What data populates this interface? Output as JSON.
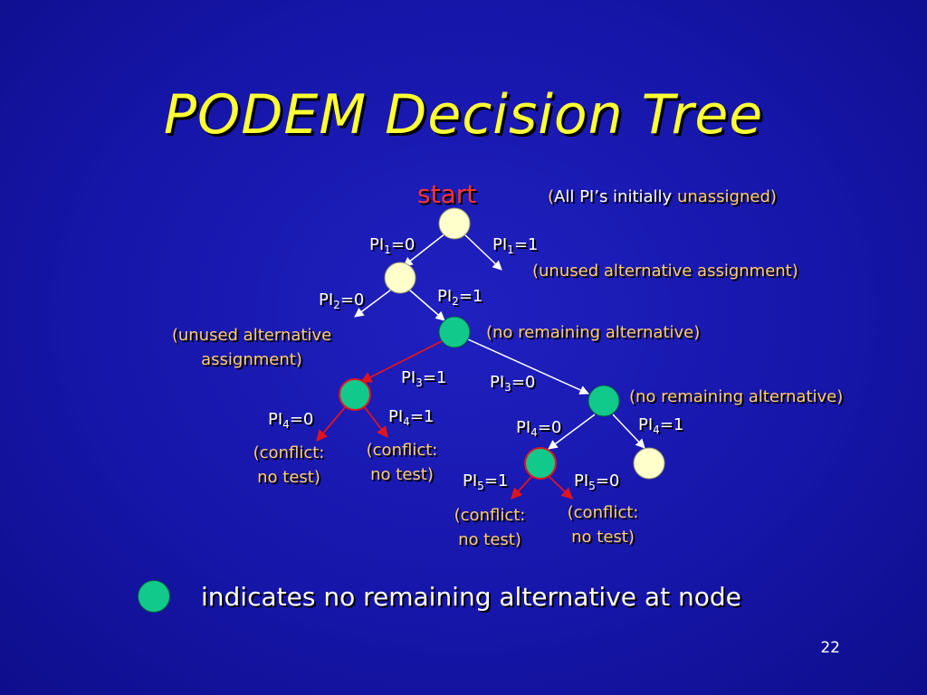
{
  "slide": {
    "title": "PODEM Decision Tree",
    "page_number": "22",
    "legend_text": "indicates no remaining alternative at node"
  },
  "tree": {
    "start_label": "start",
    "initial_note": {
      "open": "(",
      "prefix": "All PI’s initially ",
      "highlight": "unassigned",
      "close": ")"
    },
    "edges": {
      "pi1_0": {
        "name": "PI",
        "sub": "1",
        "val": "=0"
      },
      "pi1_1": {
        "name": "PI",
        "sub": "1",
        "val": "=1"
      },
      "pi2_0": {
        "name": "PI",
        "sub": "2",
        "val": "=0"
      },
      "pi2_1": {
        "name": "PI",
        "sub": "2",
        "val": "=1"
      },
      "pi3_1": {
        "name": "PI",
        "sub": "3",
        "val": "=1"
      },
      "pi3_0": {
        "name": "PI",
        "sub": "3",
        "val": "=0"
      },
      "pi4_0_left": {
        "name": "PI",
        "sub": "4",
        "val": "=0"
      },
      "pi4_1_left": {
        "name": "PI",
        "sub": "4",
        "val": "=1"
      },
      "pi4_0_right": {
        "name": "PI",
        "sub": "4",
        "val": "=0"
      },
      "pi4_1_right": {
        "name": "PI",
        "sub": "4",
        "val": "=1"
      },
      "pi5_1": {
        "name": "PI",
        "sub": "5",
        "val": "=1"
      },
      "pi5_0": {
        "name": "PI",
        "sub": "5",
        "val": "=0"
      }
    },
    "notes": {
      "unused_alt_pi1": "(unused alternative assignment)",
      "unused_alt_pi2_line1": "(unused alternative",
      "unused_alt_pi2_line2": "assignment)",
      "no_remaining_pi2": "(no remaining alternative)",
      "no_remaining_pi3": "(no remaining alternative)",
      "conflict_line1": "(conflict:",
      "conflict_line2": "no test)"
    },
    "colors": {
      "unassigned_node": "#ffffcc",
      "no_alternative_node": "#11c98a",
      "conflict_node_border": "#e0141e",
      "conflict_edge": "#e0141e",
      "normal_edge": "#ffffff"
    }
  }
}
